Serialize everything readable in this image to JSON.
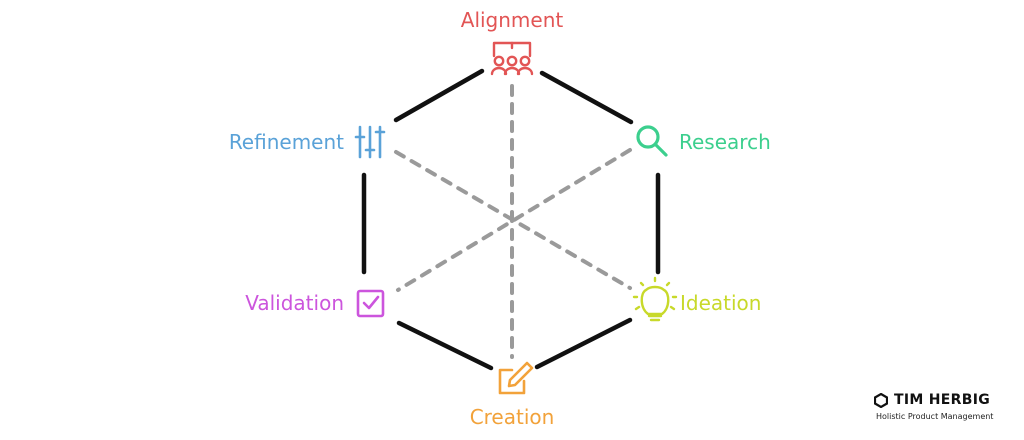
{
  "colors": {
    "alignment": "#e25555",
    "research": "#3ccf8e",
    "ideation": "#c8d92a",
    "creation": "#f2a23a",
    "validation": "#cc55dd",
    "refinement": "#5aa2d8",
    "edge": "#111111",
    "diagonal": "#9a9a9a"
  },
  "nodes": [
    {
      "id": "alignment",
      "label": "Alignment",
      "icon": "team-icon"
    },
    {
      "id": "research",
      "label": "Research",
      "icon": "search-icon"
    },
    {
      "id": "ideation",
      "label": "Ideation",
      "icon": "lightbulb-icon"
    },
    {
      "id": "creation",
      "label": "Creation",
      "icon": "edit-icon"
    },
    {
      "id": "validation",
      "label": "Validation",
      "icon": "checkbox-icon"
    },
    {
      "id": "refinement",
      "label": "Refinement",
      "icon": "sliders-icon"
    }
  ],
  "edges": [
    [
      "alignment",
      "research"
    ],
    [
      "research",
      "ideation"
    ],
    [
      "ideation",
      "creation"
    ],
    [
      "creation",
      "validation"
    ],
    [
      "validation",
      "refinement"
    ],
    [
      "refinement",
      "alignment"
    ]
  ],
  "diagonals": [
    [
      "alignment",
      "creation"
    ],
    [
      "research",
      "validation"
    ],
    [
      "refinement",
      "ideation"
    ]
  ],
  "brand": {
    "name": "TIM HERBIG",
    "tagline": "Holistic Product Management"
  }
}
